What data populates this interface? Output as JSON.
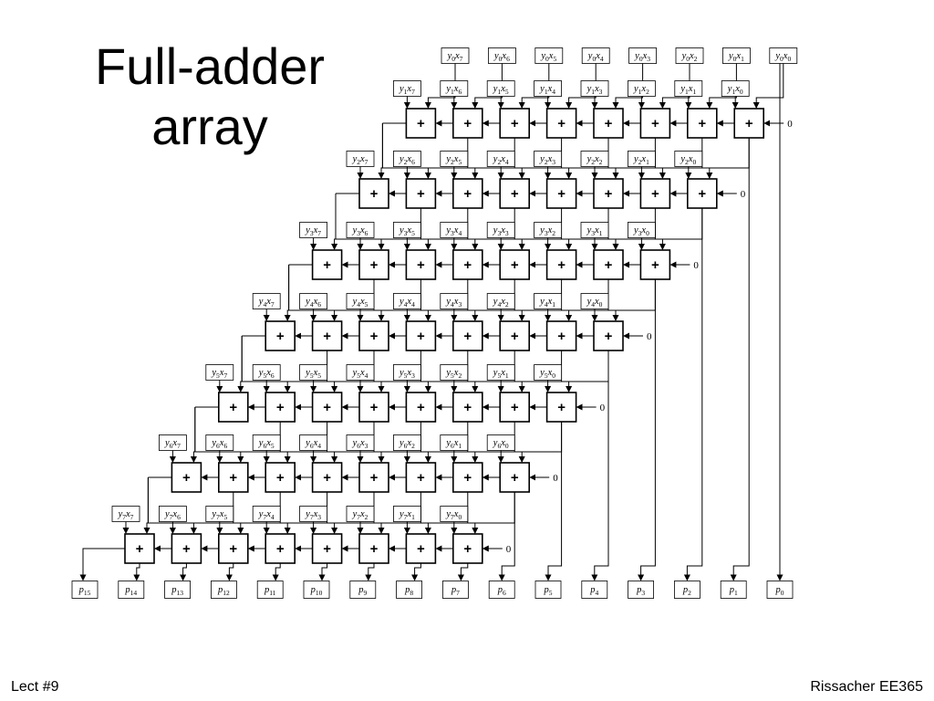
{
  "slide": {
    "title_line1": "Full-adder",
    "title_line2": "array",
    "footer_left": "Lect #9",
    "footer_right": "Rissacher EE365"
  },
  "diagram": {
    "operand_a": "y",
    "operand_b": "x",
    "product_symbol": "p",
    "adder_symbol": "+",
    "carry_in_value": "0",
    "bits": 8,
    "adder_rows": 7,
    "product_bits": 16
  }
}
